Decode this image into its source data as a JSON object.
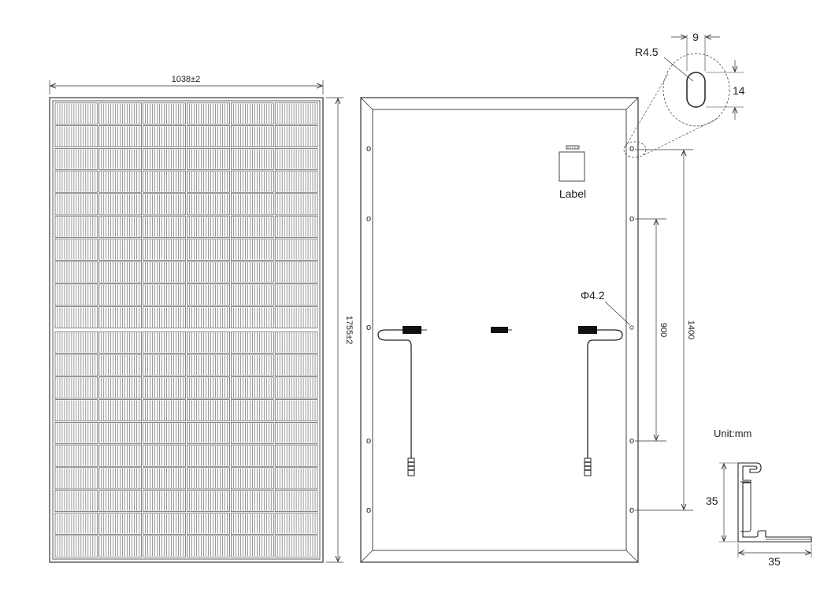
{
  "front_view": {
    "width_dim": "1038±2",
    "height_dim": "1755±2"
  },
  "rear_view": {
    "label_text": "Label",
    "hole_diameter": "Φ4.2",
    "dim_900": "900",
    "dim_1400": "1400",
    "hole_mark": "o"
  },
  "detail": {
    "radius": "R4.5",
    "width": "9",
    "height": "14"
  },
  "section": {
    "unit": "Unit:mm",
    "height": "35",
    "width": "35"
  },
  "colors": {
    "line": "#333333",
    "connector": "#111111"
  }
}
